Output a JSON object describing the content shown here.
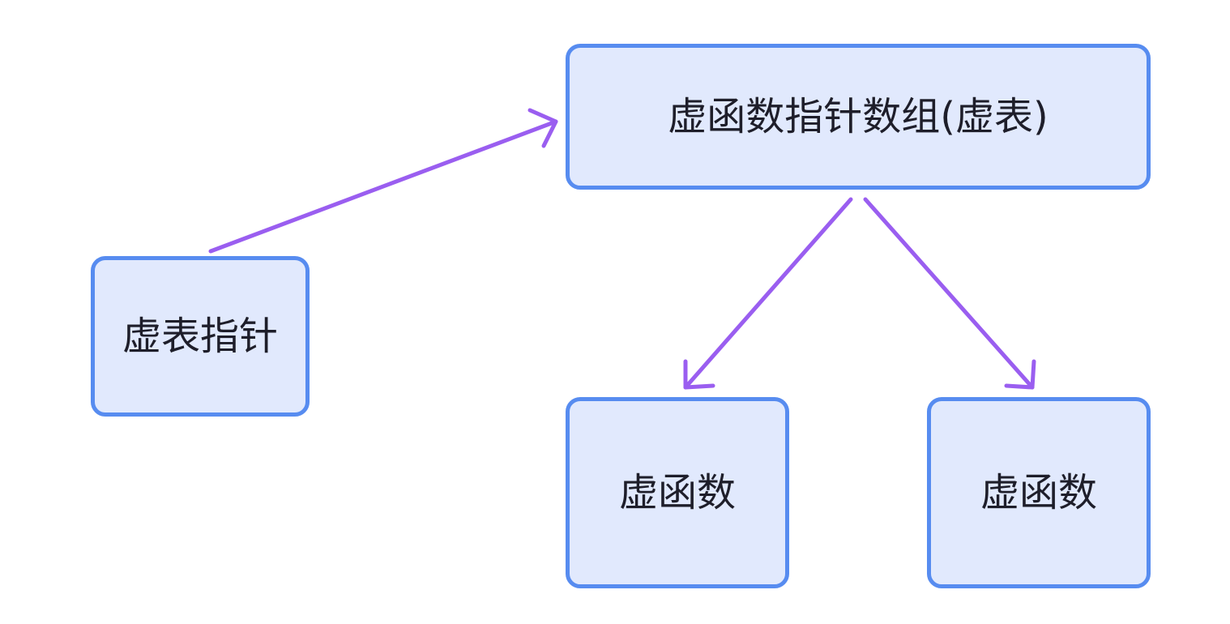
{
  "colors": {
    "node_fill": "#e1e9fd",
    "node_border": "#578cf0",
    "arrow": "#9a5ef0",
    "text": "#1e1e2a"
  },
  "nodes": [
    {
      "label": "虚表指针"
    },
    {
      "label": "虚函数指针数组(虚表)"
    },
    {
      "label": "虚函数"
    },
    {
      "label": "虚函数"
    }
  ],
  "edges": [
    {
      "from": 0,
      "to": 1
    },
    {
      "from": 1,
      "to": 2
    },
    {
      "from": 1,
      "to": 3
    }
  ]
}
